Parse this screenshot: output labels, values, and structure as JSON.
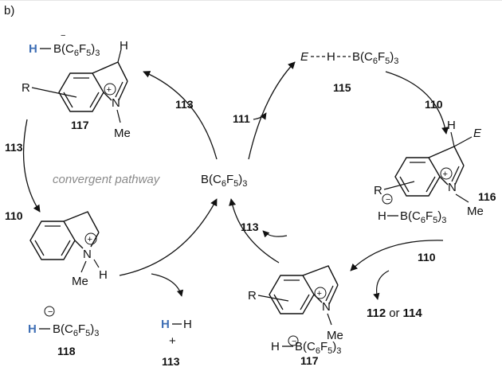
{
  "panel_label": "b)",
  "center": {
    "catalyst": "B(C6F5)3",
    "pathway": "convergent pathway"
  },
  "compounds": {
    "c117_top": {
      "number": "117",
      "r": "R",
      "n": "N",
      "me": "Me",
      "h": "H",
      "plus": "+"
    },
    "borohydride_top": {
      "h": "H",
      "b": "B(C6F5)3",
      "minus": "−"
    },
    "c118": {
      "number": "118",
      "n": "N",
      "me": "Me",
      "h": "H",
      "plus": "+"
    },
    "borohydride_118": {
      "h": "H",
      "b": "B(C6F5)3",
      "minus": "−"
    },
    "c115": {
      "number": "115",
      "e": "E",
      "h": "H",
      "b": "B(C6F5)3"
    },
    "c116": {
      "number": "116",
      "r": "R",
      "n": "N",
      "me": "Me",
      "h": "H",
      "e": "E",
      "plus": "+"
    },
    "borohydride_116": {
      "h": "H",
      "b": "B(C6F5)3",
      "minus": "−"
    },
    "c117_bottom": {
      "number": "117",
      "r": "R",
      "n": "N",
      "me": "Me",
      "plus": "+"
    },
    "borohydride_117": {
      "h": "H",
      "b": "B(C6F5)3",
      "minus": "−"
    },
    "h2": {
      "h1": "H",
      "h2": "H",
      "plus": "+",
      "number": "113"
    }
  },
  "arrow_labels": {
    "a113_top": "113",
    "a111": "111",
    "a110_right": "110",
    "a113_left": "113",
    "a110_left": "110",
    "a113_lower": "113",
    "a110_lower": "110",
    "products": {
      "a": "112",
      "or": "or",
      "b": "114"
    }
  },
  "colors": {
    "blue_h": "#3f6fb5",
    "ink": "#111111"
  }
}
